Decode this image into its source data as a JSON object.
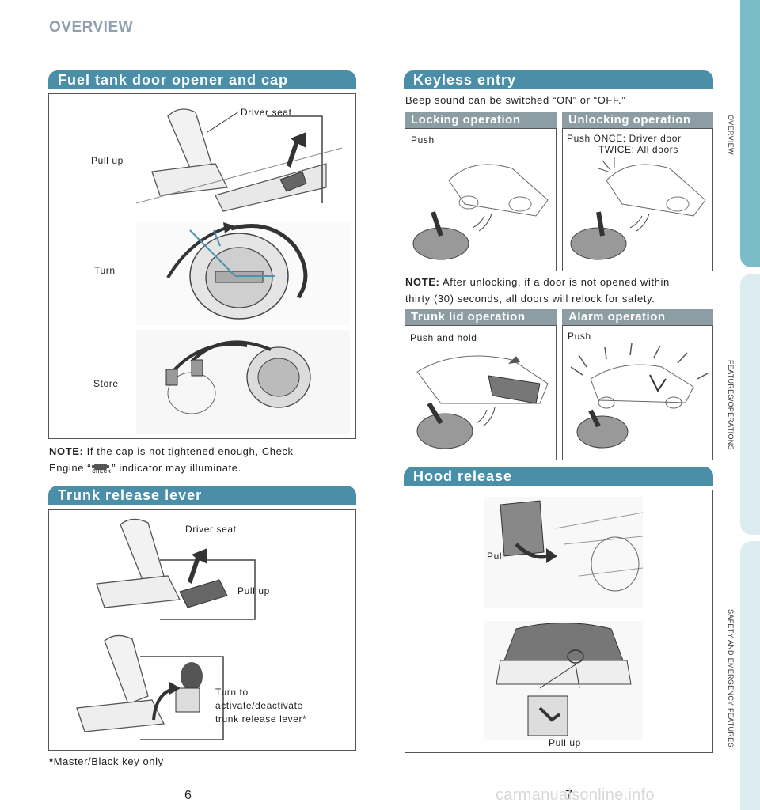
{
  "header": {
    "title": "OVERVIEW"
  },
  "fuel": {
    "title": "Fuel tank door opener and cap",
    "driver_seat": "Driver seat",
    "pull_up": "Pull up",
    "turn": "Turn",
    "store": "Store",
    "note_label": "NOTE:",
    "note_text_1": " If the cap is not tightened enough, Check",
    "note_text_2a": "Engine “",
    "check_icon": "CHECK",
    "note_text_2b": "” indicator may illuminate."
  },
  "trunk_lever": {
    "title": "Trunk release lever",
    "driver_seat": "Driver seat",
    "pull_up": "Pull up",
    "turn_1": "Turn to",
    "turn_2": "activate/deactivate",
    "turn_3": "trunk release lever*",
    "footnote_star": "*",
    "footnote": "Master/Black key only"
  },
  "keyless": {
    "title": "Keyless entry",
    "beep": "Beep sound can be switched “ON” or “OFF.”",
    "locking_title": "Locking operation",
    "locking_push": "Push",
    "unlocking_title": "Unlocking operation",
    "unlocking_1": "Push ONCE: Driver door",
    "unlocking_2": "TWICE: All doors",
    "note_label": "NOTE:",
    "note_1": " After unlocking, if a door is not opened within",
    "note_2": "thirty (30) seconds, all doors will relock for safety.",
    "trunk_title": "Trunk lid operation",
    "trunk_push": "Push and hold",
    "alarm_title": "Alarm operation",
    "alarm_push": "Push"
  },
  "hood": {
    "title": "Hood release",
    "pull": "Pull",
    "pull_up": "Pull up"
  },
  "sidebar": {
    "tab1": "OVERVIEW",
    "tab2": "FEATURES/OPERATIONS",
    "tab3": "SAFETY AND EMERGENCY FEATURES",
    "colors": {
      "active": "#7bbcc9",
      "inactive": "#dcecf0"
    }
  },
  "footer": {
    "page_left": "6",
    "page_right": "7",
    "watermark": "carmanualsonline.info"
  }
}
